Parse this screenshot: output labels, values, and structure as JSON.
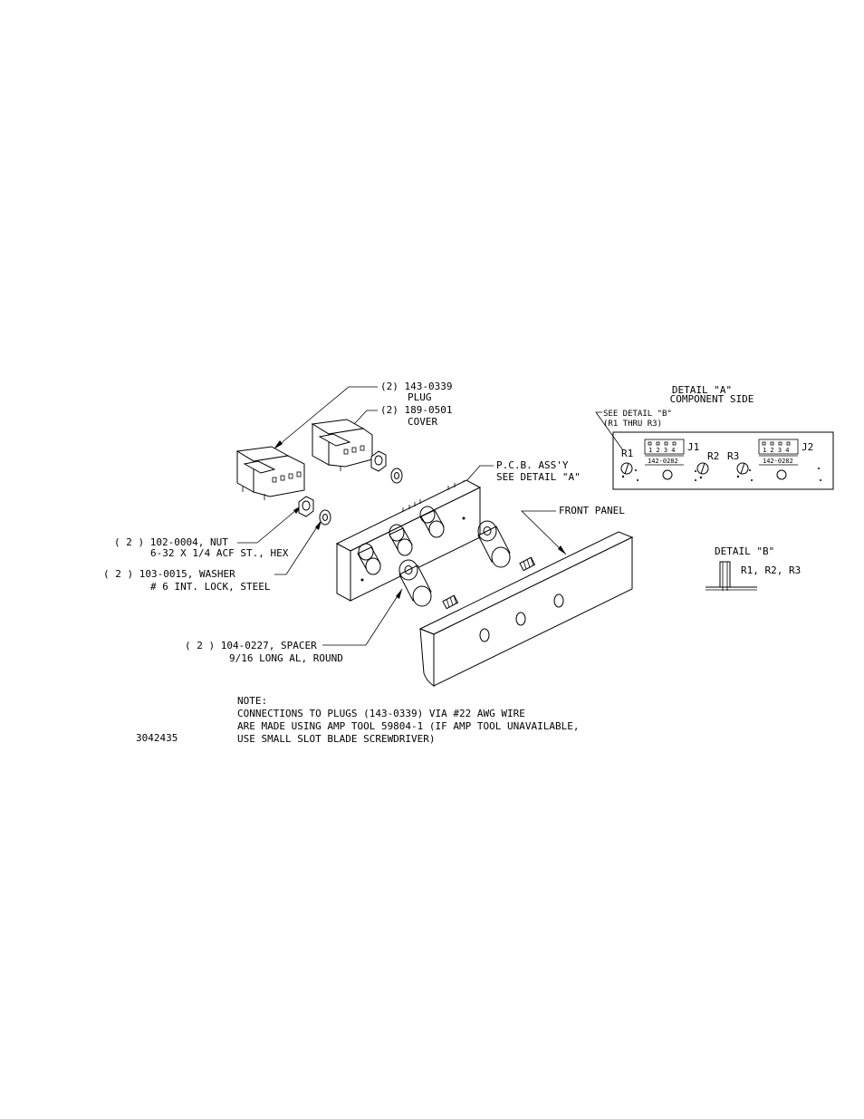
{
  "detail_a": {
    "title": "DETAIL \"A\"",
    "subtitle": "COMPONENT SIDE",
    "see_detail_b": "SEE DETAIL \"B\"",
    "range": "(R1 THRU R3)",
    "r1": "R1",
    "r2": "R2",
    "r3": "R3",
    "j1": "J1",
    "j2": "J2",
    "j1_pins": "1 2 3 4",
    "j2_pins": "1 2 3 4",
    "j1_part": "142-0282",
    "j2_part": "142-0282"
  },
  "detail_b": {
    "title": "DETAIL \"B\"",
    "label": "R1, R2, R3"
  },
  "callouts": {
    "plug_part": "(2) 143-0339",
    "plug_name": "PLUG",
    "cover_part": "(2) 189-0501",
    "cover_name": "COVER",
    "pcb_line1": "P.C.B. ASS'Y",
    "pcb_line2": "SEE DETAIL \"A\"",
    "front_panel": "FRONT PANEL",
    "nut_line1": "( 2 )  102-0004, NUT",
    "nut_line2": "6-32 X 1/4 ACF ST., HEX",
    "washer_line1": "( 2 )  103-0015, WASHER",
    "washer_line2": "# 6  INT. LOCK, STEEL",
    "spacer_line1": "( 2 )  104-0227, SPACER",
    "spacer_line2": "9/16 LONG AL, ROUND"
  },
  "note": {
    "heading": "NOTE:",
    "line1": "CONNECTIONS TO PLUGS (143-0339) VIA #22 AWG WIRE",
    "line2": "ARE MADE USING AMP TOOL 59804-1 (IF AMP TOOL UNAVAILABLE,",
    "line3": "USE SMALL SLOT BLADE SCREWDRIVER)"
  },
  "drawing_number": "3042435"
}
